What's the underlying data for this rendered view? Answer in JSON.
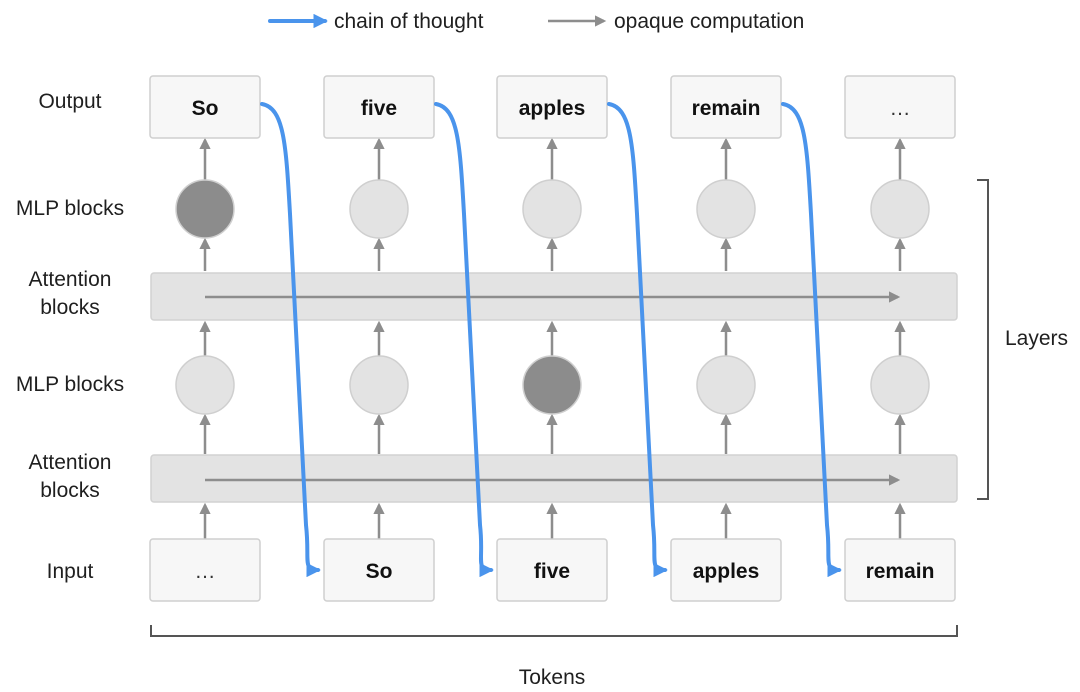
{
  "legend": {
    "chain_label": "chain of thought",
    "opaque_label": "opaque computation"
  },
  "row_labels": {
    "output": "Output",
    "mlp_top": "MLP blocks",
    "attention_top_line1": "Attention",
    "attention_top_line2": "blocks",
    "mlp_bottom": "MLP blocks",
    "attention_bottom_line1": "Attention",
    "attention_bottom_line2": "blocks",
    "input": "Input"
  },
  "output_tokens": [
    "So",
    "five",
    "apples",
    "remain",
    "…"
  ],
  "input_tokens": [
    "…",
    "So",
    "five",
    "apples",
    "remain"
  ],
  "mlp_top_active": [
    true,
    false,
    false,
    false,
    false
  ],
  "mlp_bottom_active": [
    false,
    false,
    true,
    false,
    false
  ],
  "colors": {
    "chain": "#4a94ec",
    "opaque": "#8d8d8d",
    "node_active": "#8c8c8c",
    "node_inactive": "#e3e3e3",
    "band": "#e3e3e3",
    "box": "#f7f7f7"
  },
  "layers_label": "Layers",
  "tokens_label": "Tokens"
}
